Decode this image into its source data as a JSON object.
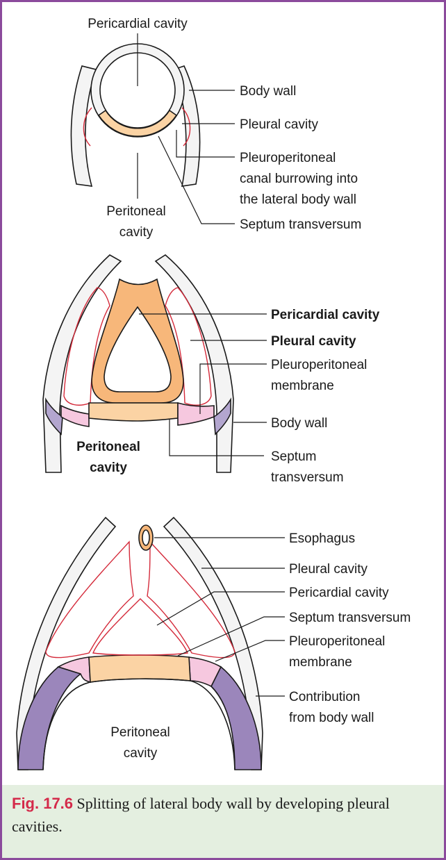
{
  "colors": {
    "frame": "#8b4a9c",
    "caption_band": "#e4efe0",
    "caption_label": "#d42a4a",
    "septum": "#fbd3a4",
    "pericardial_wall": "#f7b77a",
    "membrane": "#f6c8df",
    "body_wall_contribution": "#9b86bb",
    "pleural_outline": "#d42a3a"
  },
  "panel_top": {
    "pericardial_cavity": "Pericardial cavity",
    "body_wall": "Body wall",
    "pleural_cavity": "Pleural cavity",
    "canal_line1": "Pleuroperitoneal",
    "canal_line2": "canal burrowing into",
    "canal_line3": "the lateral body wall",
    "peritoneal_line1": "Peritoneal",
    "peritoneal_line2": "cavity",
    "septum_transversum": "Septum transversum"
  },
  "panel_middle": {
    "pericardial_cavity": "Pericardial cavity",
    "pleural_cavity": "Pleural cavity",
    "membrane_line1": "Pleuroperitoneal",
    "membrane_line2": "membrane",
    "body_wall": "Body wall",
    "peritoneal_line1": "Peritoneal",
    "peritoneal_line2": "cavity",
    "septum_line1": "Septum",
    "septum_line2": "transversum"
  },
  "panel_bottom": {
    "esophagus": "Esophagus",
    "pleural_cavity": "Pleural cavity",
    "pericardial_cavity": "Pericardial cavity",
    "septum_transversum": "Septum transversum",
    "membrane_line1": "Pleuroperitoneal",
    "membrane_line2": "membrane",
    "contribution_line1": "Contribution",
    "contribution_line2": "from body wall",
    "peritoneal_line1": "Peritoneal",
    "peritoneal_line2": "cavity"
  },
  "caption": {
    "label": "Fig. 17.6",
    "text": " Splitting of lateral body wall by developing pleural cavities."
  }
}
